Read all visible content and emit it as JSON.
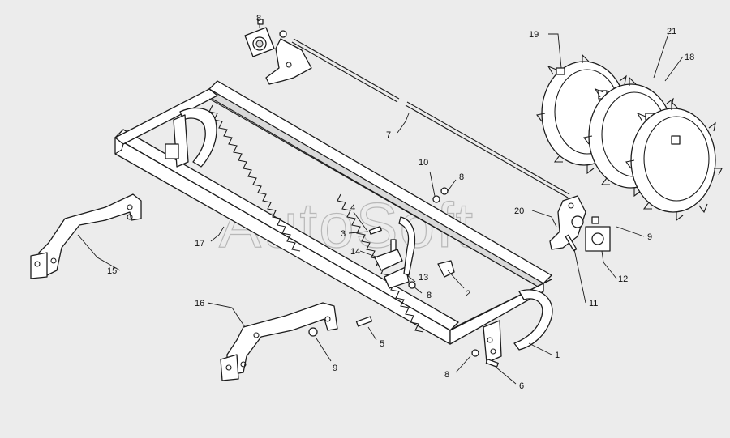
{
  "watermark": "AutoSoft",
  "callouts": {
    "c1": "1",
    "c2": "2",
    "c3": "3",
    "c4": "4",
    "c5": "5",
    "c6": "6",
    "c7": "7",
    "c8a": "8",
    "c8b": "8",
    "c8c": "8",
    "c8d": "8",
    "c9a": "9",
    "c9b": "9",
    "c10": "10",
    "c11": "11",
    "c12": "12",
    "c13": "13",
    "c14": "14",
    "c15": "15",
    "c16": "16",
    "c17": "17",
    "c18": "18",
    "c19": "19",
    "c20": "20",
    "c21": "21"
  },
  "colors": {
    "background": "#ececec",
    "line": "#1c1c1c",
    "watermark": "#b8b8b8"
  }
}
